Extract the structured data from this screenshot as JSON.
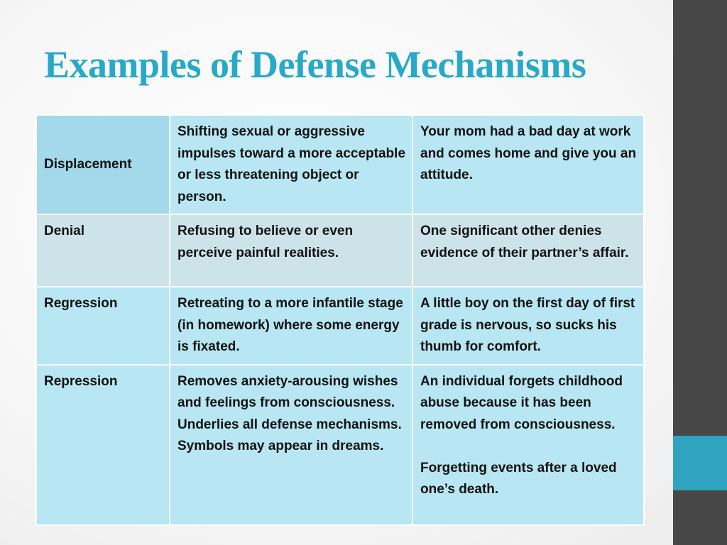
{
  "slide": {
    "title": "Examples of Defense Mechanisms"
  },
  "table": {
    "rows": [
      {
        "term": "Displacement",
        "definition": "Shifting sexual or aggressive impulses toward a more acceptable or less threatening object or person.",
        "example": "Your mom had a bad day at work and comes home and give you an attitude."
      },
      {
        "term": "Denial",
        "definition": "Refusing to believe or even perceive painful realities.",
        "example": "One significant other denies evidence of their partner’s affair."
      },
      {
        "term": "Regression",
        "definition": "Retreating to a more infantile stage (in homework) where some energy is fixated.",
        "example": "A little boy on the first day of first grade is nervous, so sucks his thumb for comfort."
      },
      {
        "term": "Repression",
        "definition": "Removes anxiety-arousing wishes and feelings from consciousness.\nUnderlies all defense mechanisms.\nSymbols may appear in dreams.",
        "example": "An individual forgets childhood abuse because it has been removed from consciousness.\n\nForgetting events after a loved one’s death."
      }
    ]
  },
  "colors": {
    "title": "#27a9c7",
    "side_bar": "#474747",
    "side_accent": "#2fa3c0",
    "cell_light": "#b8e6f2",
    "cell_gray": "#cde3ea"
  }
}
